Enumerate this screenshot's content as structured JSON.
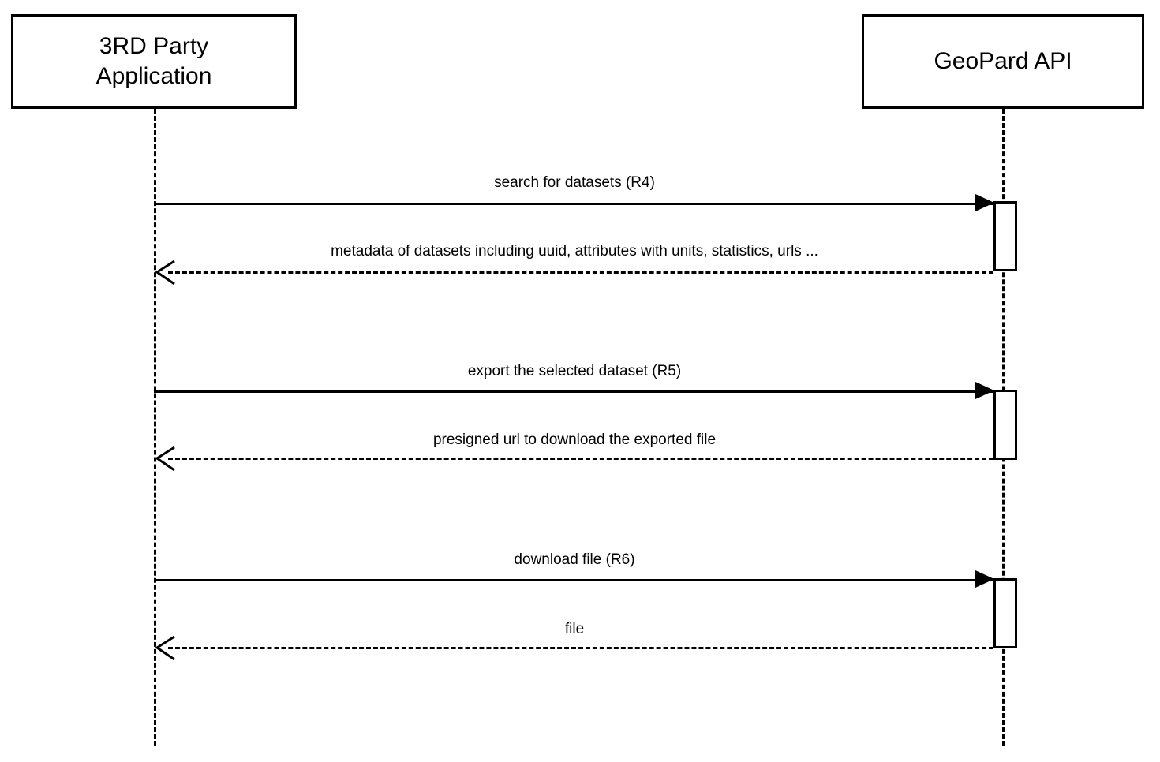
{
  "diagram": {
    "type": "uml-sequence-diagram",
    "background_color": "#ffffff",
    "line_color": "#000000",
    "participants": [
      {
        "id": "third-party-application",
        "label": "3RD Party\nApplication"
      },
      {
        "id": "geopard-api",
        "label": "GeoPard API"
      }
    ],
    "messages": [
      {
        "id": "m1",
        "label": "search for datasets (R4)",
        "direction": "request",
        "style": "solid",
        "arrow": "filled"
      },
      {
        "id": "m2",
        "label": "metadata of datasets including uuid, attributes with units, statistics, urls ...",
        "direction": "response",
        "style": "dashed",
        "arrow": "open"
      },
      {
        "id": "m3",
        "label": "export the selected dataset (R5)",
        "direction": "request",
        "style": "solid",
        "arrow": "filled"
      },
      {
        "id": "m4",
        "label": "presigned url to download the exported file",
        "direction": "response",
        "style": "dashed",
        "arrow": "open"
      },
      {
        "id": "m5",
        "label": "download file (R6)",
        "direction": "request",
        "style": "solid",
        "arrow": "filled"
      },
      {
        "id": "m6",
        "label": "file",
        "direction": "response",
        "style": "dashed",
        "arrow": "open"
      }
    ]
  }
}
